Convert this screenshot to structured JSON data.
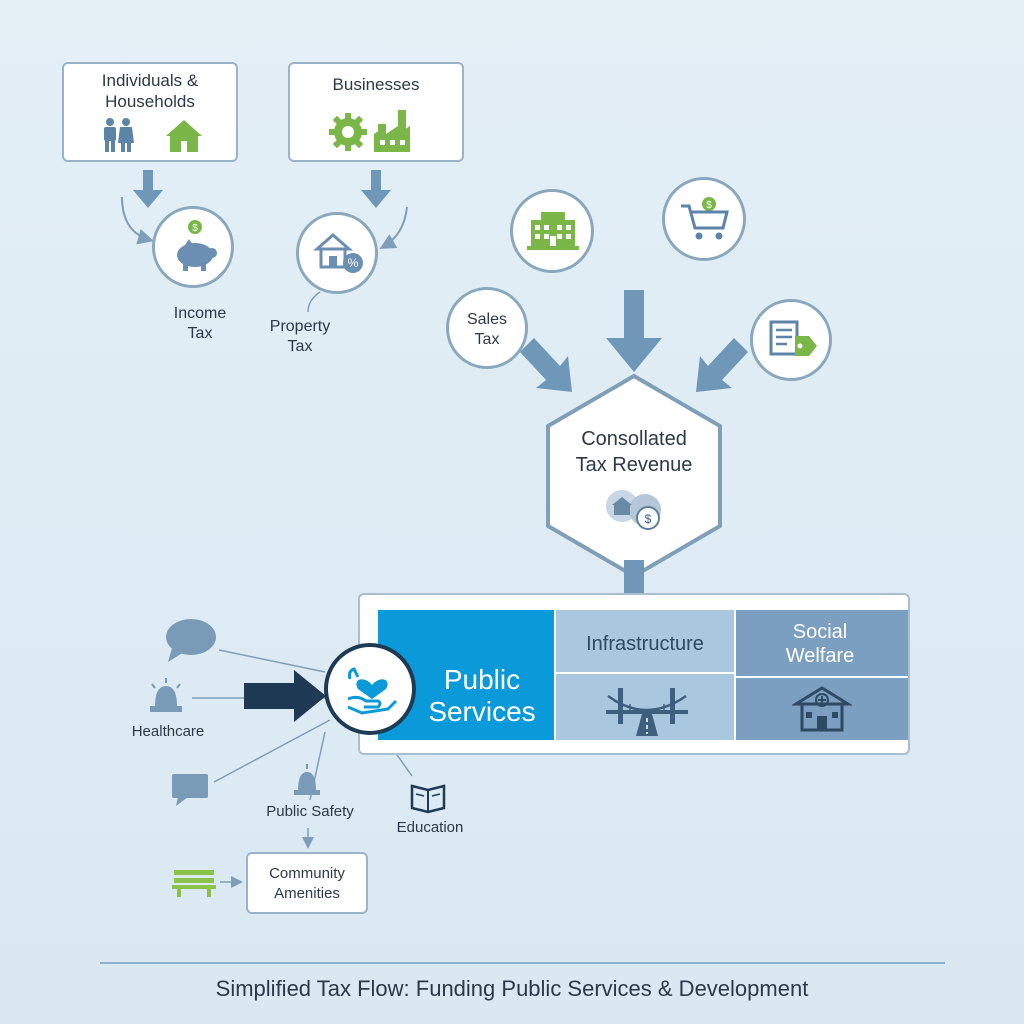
{
  "sources": {
    "individuals_label": "Individuals &\nHouseholds",
    "businesses_label": "Businesses"
  },
  "taxes": {
    "income_tax": "Income\nTax",
    "property_tax": "Property\nTax",
    "sales_tax": "Sales\nTax"
  },
  "hub": {
    "title": "Consollated\nTax Revenue"
  },
  "allocation": {
    "public_services": "Public\nServices",
    "infrastructure": "Infrastructure",
    "social_welfare": "Social\nWelfare"
  },
  "services": {
    "healthcare": "Healthcare",
    "public_safety": "Public Safety",
    "education": "Education",
    "community_amenities": "Community\nAmenities"
  },
  "footer": {
    "caption": "Simplified Tax Flow: Funding Public Services & Development"
  },
  "colors": {
    "accent_blue": "#0a9ad9",
    "green": "#7ab648",
    "navy": "#1f3a55",
    "arrow": "#6f97b8"
  }
}
